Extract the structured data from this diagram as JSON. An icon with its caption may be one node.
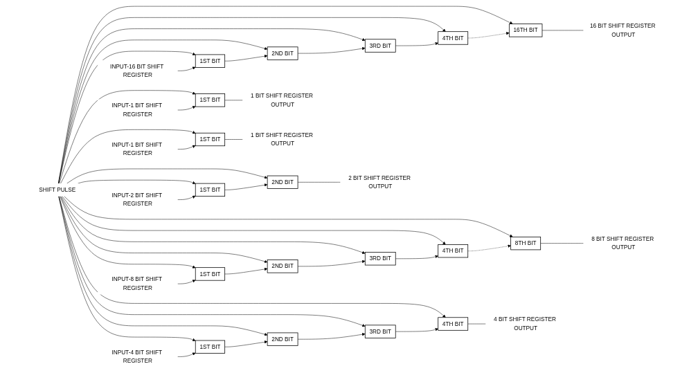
{
  "diagram": {
    "nodes": [
      {
        "text": [
          "SHIFT PULSE"
        ]
      },
      {
        "text": [
          "INPUT-16 BIT SHIFT REGISTER"
        ]
      },
      {
        "text": [
          "1ST BIT"
        ]
      },
      {
        "text": [
          "2ND BIT"
        ]
      },
      {
        "text": [
          "3RD BIT"
        ]
      },
      {
        "text": [
          "4TH BIT"
        ]
      },
      {
        "text": [
          "16TH BIT"
        ]
      },
      {
        "text": [
          "16 BIT SHIFT REGISTER OUTPUT"
        ]
      },
      {
        "text": [
          "INPUT-8 BIT SHIFT REGISTER"
        ]
      },
      {
        "text": [
          "1ST BIT"
        ]
      },
      {
        "text": [
          "2ND BIT"
        ]
      },
      {
        "text": [
          "3RD BIT"
        ]
      },
      {
        "text": [
          "4TH BIT"
        ]
      },
      {
        "text": [
          "8TH BIT"
        ]
      },
      {
        "text": [
          "8 BIT SHIFT REGISTER OUTPUT"
        ]
      },
      {
        "text": [
          "INPUT-4 BIT SHIFT REGISTER"
        ]
      },
      {
        "text": [
          "1ST BIT"
        ]
      },
      {
        "text": [
          "2ND BIT"
        ]
      },
      {
        "text": [
          "3RD BIT"
        ]
      },
      {
        "text": [
          "4TH BIT"
        ]
      },
      {
        "text": [
          "4 BIT SHIFT REGISTER OUTPUT"
        ]
      },
      {
        "text": [
          "INPUT-2 BIT SHIFT REGISTER"
        ]
      },
      {
        "text": [
          "1ST BIT"
        ]
      },
      {
        "text": [
          "2ND BIT"
        ]
      },
      {
        "text": [
          "2 BIT SHIFT REGISTER OUTPUT"
        ]
      },
      {
        "text": [
          "INPUT-1 BIT SHIFT REGISTER"
        ]
      },
      {
        "text": [
          "1ST BIT"
        ]
      },
      {
        "text": [
          "1 BIT SHIFT REGISTER OUTPUT"
        ]
      },
      {
        "text": [
          "INPUT-1 BIT SHIFT REGISTER"
        ]
      },
      {
        "text": [
          "1ST BIT"
        ]
      },
      {
        "text": [
          "1 BIT SHIFT REGISTER OUTPUT"
        ]
      }
    ],
    "edges": [
      {
        "from": 0,
        "to": 2,
        "arrow": "to"
      },
      {
        "from": 0,
        "to": 3,
        "arrow": "to"
      },
      {
        "from": 0,
        "to": 4,
        "arrow": "to"
      },
      {
        "from": 0,
        "to": 5,
        "arrow": "to"
      },
      {
        "from": 0,
        "to": 6,
        "arrow": "to"
      },
      {
        "from": 1,
        "to": 2,
        "arrow": "to"
      },
      {
        "from": 2,
        "to": 3,
        "arrow": "to"
      },
      {
        "from": 3,
        "to": 4,
        "arrow": "to"
      },
      {
        "from": 4,
        "to": 5,
        "arrow": "to"
      },
      {
        "from": 5,
        "to": 6,
        "arrow": "to",
        "style": "dashed"
      },
      {
        "from": 6,
        "to": 7,
        "arrow": "none"
      },
      {
        "from": 0,
        "to": 9,
        "arrow": "to"
      },
      {
        "from": 0,
        "to": 10,
        "arrow": "to"
      },
      {
        "from": 0,
        "to": 11,
        "arrow": "to"
      },
      {
        "from": 0,
        "to": 12,
        "arrow": "to"
      },
      {
        "from": 0,
        "to": 13,
        "arrow": "to"
      },
      {
        "from": 8,
        "to": 9,
        "arrow": "to"
      },
      {
        "from": 9,
        "to": 10,
        "arrow": "to"
      },
      {
        "from": 10,
        "to": 11,
        "arrow": "to"
      },
      {
        "from": 11,
        "to": 12,
        "arrow": "to"
      },
      {
        "from": 12,
        "to": 13,
        "arrow": "to",
        "style": "dashed"
      },
      {
        "from": 13,
        "to": 14,
        "arrow": "none"
      },
      {
        "from": 0,
        "to": 16,
        "arrow": "to"
      },
      {
        "from": 0,
        "to": 17,
        "arrow": "to"
      },
      {
        "from": 0,
        "to": 18,
        "arrow": "to"
      },
      {
        "from": 0,
        "to": 19,
        "arrow": "to"
      },
      {
        "from": 15,
        "to": 16,
        "arrow": "to"
      },
      {
        "from": 16,
        "to": 17,
        "arrow": "to"
      },
      {
        "from": 17,
        "to": 18,
        "arrow": "to"
      },
      {
        "from": 18,
        "to": 19,
        "arrow": "to"
      },
      {
        "from": 19,
        "to": 20,
        "arrow": "none"
      },
      {
        "from": 0,
        "to": 22,
        "arrow": "to"
      },
      {
        "from": 0,
        "to": 23,
        "arrow": "to"
      },
      {
        "from": 21,
        "to": 22,
        "arrow": "to"
      },
      {
        "from": 22,
        "to": 23,
        "arrow": "to"
      },
      {
        "from": 23,
        "to": 24,
        "arrow": "none"
      },
      {
        "from": 0,
        "to": 26,
        "arrow": "to"
      },
      {
        "from": 25,
        "to": 26,
        "arrow": "to"
      },
      {
        "from": 26,
        "to": 27,
        "arrow": "none"
      },
      {
        "from": 0,
        "to": 29,
        "arrow": "to"
      },
      {
        "from": 28,
        "to": 29,
        "arrow": "to"
      },
      {
        "from": 29,
        "to": 30,
        "arrow": "none"
      }
    ]
  }
}
